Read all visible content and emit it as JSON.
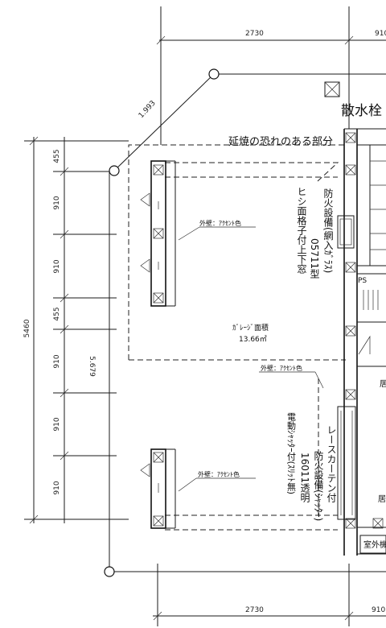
{
  "dimensions": {
    "top": [
      "2730",
      "910"
    ],
    "bottom": [
      "2730",
      "910"
    ],
    "left_total": "5460",
    "left_segments": [
      "455",
      "910",
      "910",
      "455",
      "910",
      "910",
      "910"
    ],
    "diagonal": "1.993",
    "boundary_length": "5.679"
  },
  "labels": {
    "sprinkler": "散水栓",
    "fire_spread_area": "延焼の恐れのある部分",
    "window_spec_1": "ヒシ面格子付上下窓",
    "window_spec_2": "05711型",
    "window_spec_3": "防火設備(網入ｶﾞﾗｽ)",
    "garage_area_title": "ｶﾞﾚｰｼﾞ面積",
    "garage_area_value": "13.66㎡",
    "outer_wall_accent_1": "外壁：ｱｸｾﾝﾄ色",
    "outer_wall_accent_2": "外壁：ｱｸｾﾝﾄ色",
    "outer_wall_accent_3": "外壁：ｱｸｾﾝﾄ色",
    "shutter_spec_1": "電動ｼｬｯﾀｰ付(ｽﾘｯﾄ無)",
    "shutter_spec_2": "16011透明",
    "shutter_spec_3": "防火設備(ｼｬｯﾀｰ)",
    "shutter_spec_4": "レースカーテン付",
    "ps": "PS",
    "room_partial_1": "居",
    "room_partial_2": "居",
    "outdoor_partial": "室外機"
  }
}
